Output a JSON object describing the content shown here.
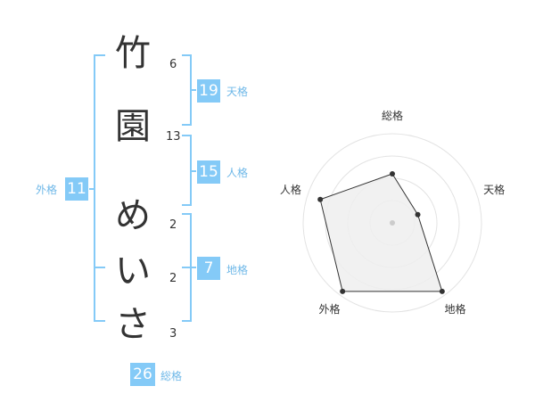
{
  "name": {
    "chars": [
      {
        "char": "竹",
        "strokes": "6"
      },
      {
        "char": "園",
        "strokes": "13"
      },
      {
        "char": "め",
        "strokes": "2"
      },
      {
        "char": "い",
        "strokes": "2"
      },
      {
        "char": "さ",
        "strokes": "3"
      }
    ]
  },
  "kaku": {
    "ten": {
      "value": "19",
      "label": "天格"
    },
    "jin": {
      "value": "15",
      "label": "人格"
    },
    "chi": {
      "value": "7",
      "label": "地格"
    },
    "gai": {
      "value": "11",
      "label": "外格"
    },
    "sou": {
      "value": "26",
      "label": "総格"
    }
  },
  "colors": {
    "bracket": "#84caf7",
    "badge": "#84caf7",
    "badge_label": "#6fb8e8",
    "radar_fill": "#eeeeee",
    "ring": "#e3e3e3"
  },
  "chart_data": {
    "type": "radar",
    "axes": [
      "総格",
      "天格",
      "地格",
      "外格",
      "人格"
    ],
    "values": [
      0.55,
      0.3,
      0.95,
      0.95,
      0.85
    ],
    "range": [
      0,
      1
    ],
    "rings": 4
  }
}
